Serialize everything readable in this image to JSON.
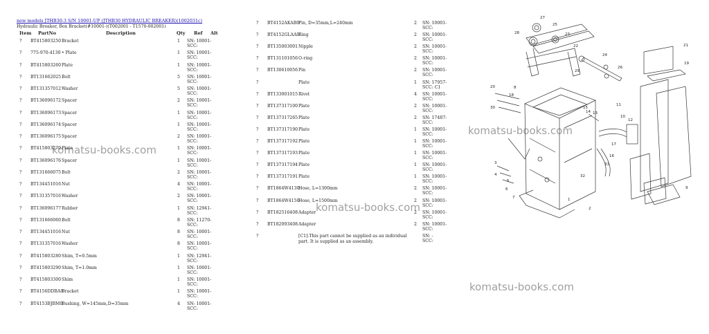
{
  "header": {
    "model_link": "new models JTHB30-3 S/N 10001-UP (JTHB30 HYDRAULIC BREAKER)(1002031c)",
    "subtitle": "Hydraulic Breaker, Box Bracket(#10001-)(T002001 - T1570-002001)"
  },
  "columns": {
    "item": "Item",
    "partno": "PartNo",
    "description": "Description",
    "qty": "Qty",
    "ref": "Ref",
    "alt": "Alt"
  },
  "left_rows": [
    {
      "item": "?",
      "partno": "BT415803250",
      "desc": "Bracket",
      "qty": "1",
      "ref1": "SN: 10001-",
      "ref2": "SCC:"
    },
    {
      "item": "?",
      "partno": "775-970-4130",
      "desc": "• Plate",
      "qty": "1",
      "ref1": "SN: 10001-",
      "ref2": "SCC:"
    },
    {
      "item": "?",
      "partno": "BT415803260",
      "desc": "Plate",
      "qty": "1",
      "ref1": "SN: 10001-",
      "ref2": "SCC:"
    },
    {
      "item": "?",
      "partno": "BT131662025",
      "desc": "Bolt",
      "qty": "5",
      "ref1": "SN: 10001-",
      "ref2": "SCC:"
    },
    {
      "item": "?",
      "partno": "BT131357012",
      "desc": "Washer",
      "qty": "5",
      "ref1": "SN: 10001-",
      "ref2": "SCC:"
    },
    {
      "item": "?",
      "partno": "BT136096172",
      "desc": "Spacer",
      "qty": "2",
      "ref1": "SN: 10001-",
      "ref2": "SCC:"
    },
    {
      "item": "?",
      "partno": "BT136096173",
      "desc": "Spacer",
      "qty": "1",
      "ref1": "SN: 10001-",
      "ref2": "SCC:"
    },
    {
      "item": "?",
      "partno": "BT136096174",
      "desc": "Spacer",
      "qty": "1",
      "ref1": "SN: 10001-",
      "ref2": "SCC:"
    },
    {
      "item": "?",
      "partno": "BT136096175",
      "desc": "Spacer",
      "qty": "2",
      "ref1": "SN: 10001-",
      "ref2": "SCC:"
    },
    {
      "item": "?",
      "partno": "BT415803270",
      "desc": "Plate",
      "qty": "1",
      "ref1": "SN: 10001-",
      "ref2": "SCC:"
    },
    {
      "item": "?",
      "partno": "BT136096176",
      "desc": "Spacer",
      "qty": "1",
      "ref1": "SN: 10001-",
      "ref2": "SCC:"
    },
    {
      "item": "?",
      "partno": "BT131666075",
      "desc": "Bolt",
      "qty": "2",
      "ref1": "SN: 10001-",
      "ref2": "SCC:"
    },
    {
      "item": "?",
      "partno": "BT134451016",
      "desc": "Nut",
      "qty": "4",
      "ref1": "SN: 10001-",
      "ref2": "SCC:"
    },
    {
      "item": "?",
      "partno": "BT131357016",
      "desc": "Washer",
      "qty": "2",
      "ref1": "SN: 10001-",
      "ref2": "SCC:"
    },
    {
      "item": "?",
      "partno": "BT136096177",
      "desc": "Rubber",
      "qty": "1",
      "ref1": "SN: 12941-",
      "ref2": "SCC:"
    },
    {
      "item": "?",
      "partno": "BT131666060",
      "desc": "Bolt",
      "qty": "8",
      "ref1": "SN: 11270-",
      "ref2": "SCC:"
    },
    {
      "item": "?",
      "partno": "BT134451016",
      "desc": "Nut",
      "qty": "8",
      "ref1": "SN: 10001-",
      "ref2": "SCC:"
    },
    {
      "item": "?",
      "partno": "BT131357016",
      "desc": "Washer",
      "qty": "8",
      "ref1": "SN: 10001-",
      "ref2": "SCC:"
    },
    {
      "item": "?",
      "partno": "BT415803280",
      "desc": "Shim, T=0.5mm",
      "qty": "1",
      "ref1": "SN: 12941-",
      "ref2": "SCC:"
    },
    {
      "item": "?",
      "partno": "BT415803290",
      "desc": "Shim, T=1.0mm",
      "qty": "1",
      "ref1": "SN: 10001-",
      "ref2": "SCC:"
    },
    {
      "item": "?",
      "partno": "BT415803300",
      "desc": "Shim",
      "qty": "1",
      "ref1": "SN: 10001-",
      "ref2": "SCC:"
    },
    {
      "item": "?",
      "partno": "BT4156DDBA0",
      "desc": "Bracket",
      "qty": "1",
      "ref1": "SN: 10001-",
      "ref2": "SCC:"
    },
    {
      "item": "?",
      "partno": "BT4153BJBM0",
      "desc": "Bushing, W=145mm,D=35mm",
      "qty": "4",
      "ref1": "SN: 10001-",
      "ref2": "SCC:"
    }
  ],
  "right_rows": [
    {
      "item": "?",
      "partno": "BT4152AKAB0",
      "desc": "Pin, D=35mm,L=240mm",
      "qty": "2",
      "ref1": "SN: 10001-",
      "ref2": "SCC:"
    },
    {
      "item": "?",
      "partno": "BT4152GLAA0",
      "desc": "Ring",
      "qty": "2",
      "ref1": "SN: 10001-",
      "ref2": "SCC:"
    },
    {
      "item": "?",
      "partno": "BT135003001",
      "desc": "Nipple",
      "qty": "2",
      "ref1": "SN: 10001-",
      "ref2": "SCC:"
    },
    {
      "item": "?",
      "partno": "BT131101056",
      "desc": "O-ring",
      "qty": "2",
      "ref1": "SN: 10001-",
      "ref2": "SCC:"
    },
    {
      "item": "?",
      "partno": "BT130610056",
      "desc": "Pin",
      "qty": "2",
      "ref1": "SN: 10001-",
      "ref2": "SCC:"
    },
    {
      "item": "?",
      "partno": "",
      "desc": "Plate",
      "qty": "1",
      "ref1": "SN: 17957-",
      "ref2": "SCC: C1"
    },
    {
      "item": "?",
      "partno": "BT133001015",
      "desc": "Rivet",
      "qty": "4",
      "ref1": "SN: 10001-",
      "ref2": "SCC:"
    },
    {
      "item": "?",
      "partno": "BT137317100",
      "desc": "Plate",
      "qty": "2",
      "ref1": "SN: 10001-",
      "ref2": "SCC:"
    },
    {
      "item": "?",
      "partno": "BT137317265",
      "desc": "Plate",
      "qty": "2",
      "ref1": "SN: 17487-",
      "ref2": "SCC:"
    },
    {
      "item": "?",
      "partno": "BT137317190",
      "desc": "Plate",
      "qty": "1",
      "ref1": "SN: 10001-",
      "ref2": "SCC:"
    },
    {
      "item": "?",
      "partno": "BT137317192",
      "desc": "Plate",
      "qty": "1",
      "ref1": "SN: 10001-",
      "ref2": "SCC:"
    },
    {
      "item": "?",
      "partno": "BT137317193",
      "desc": "Plate",
      "qty": "1",
      "ref1": "SN: 10001-",
      "ref2": "SCC:"
    },
    {
      "item": "?",
      "partno": "BT137317194",
      "desc": "Plate",
      "qty": "1",
      "ref1": "SN: 10001-",
      "ref2": "SCC:"
    },
    {
      "item": "?",
      "partno": "BT137317191",
      "desc": "Plate",
      "qty": "1",
      "ref1": "SN: 10001-",
      "ref2": "SCC:"
    },
    {
      "item": "?",
      "partno": "BT1864W4130",
      "desc": "Hose, L=1300mm",
      "qty": "2",
      "ref1": "SN: 10001-",
      "ref2": "SCC:"
    },
    {
      "item": "?",
      "partno": "BT1864W4150",
      "desc": "Hose, L=1500mm",
      "qty": "2",
      "ref1": "SN: 10001-",
      "ref2": "SCC:"
    },
    {
      "item": "?",
      "partno": "BT182516408",
      "desc": "Adapter",
      "qty": "2",
      "ref1": "SN: 10001-",
      "ref2": "SCC:"
    },
    {
      "item": "?",
      "partno": "BT182093408",
      "desc": "Adapter",
      "qty": "2",
      "ref1": "SN: 10001-",
      "ref2": "SCC:"
    },
    {
      "item": "?",
      "partno": "",
      "desc": "[C1]-This part cannot be supplied as an individual part. It is supplied as an assembly.",
      "qty": "",
      "ref1": "SN: -",
      "ref2": "SCC:"
    }
  ],
  "watermarks": [
    "komatsu-books.com",
    "komatsu-books.com",
    "komatsu-books.com",
    "komatsu-books.com"
  ],
  "diagram_labels": [
    "27",
    "25",
    "28",
    "23",
    "22",
    "24",
    "29",
    "26",
    "21",
    "19",
    "20",
    "18",
    "8",
    "30",
    "15",
    "13",
    "14",
    "11",
    "10",
    "12",
    "17",
    "16",
    "9",
    "3",
    "4",
    "5",
    "6",
    "7",
    "31",
    "32",
    "2",
    "1"
  ]
}
